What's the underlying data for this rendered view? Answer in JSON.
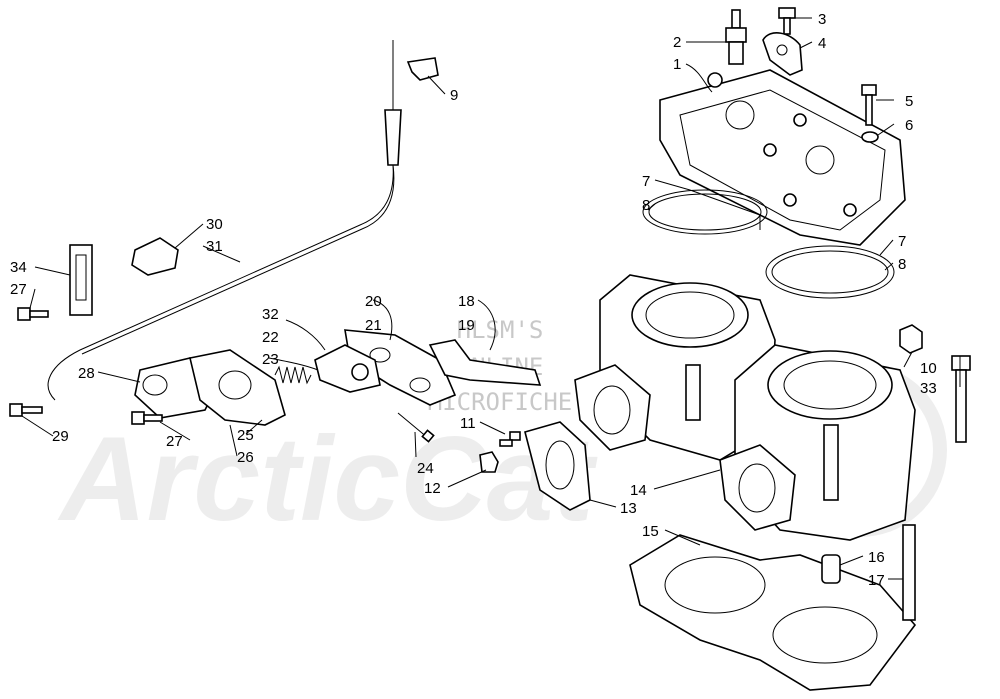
{
  "diagram": {
    "callouts": [
      "1",
      "2",
      "3",
      "4",
      "5",
      "6",
      "7",
      "8",
      "7",
      "8",
      "9",
      "10",
      "11",
      "12",
      "13",
      "14",
      "15",
      "16",
      "17",
      "18",
      "19",
      "20",
      "21",
      "22",
      "23",
      "24",
      "25",
      "26",
      "27",
      "27",
      "28",
      "29",
      "30",
      "31",
      "32",
      "33",
      "34"
    ]
  },
  "watermark": {
    "line1": "HLSM'S",
    "line2": "ONLINE",
    "line3": "MICROFICHE",
    "brand": "ArcticCat"
  }
}
